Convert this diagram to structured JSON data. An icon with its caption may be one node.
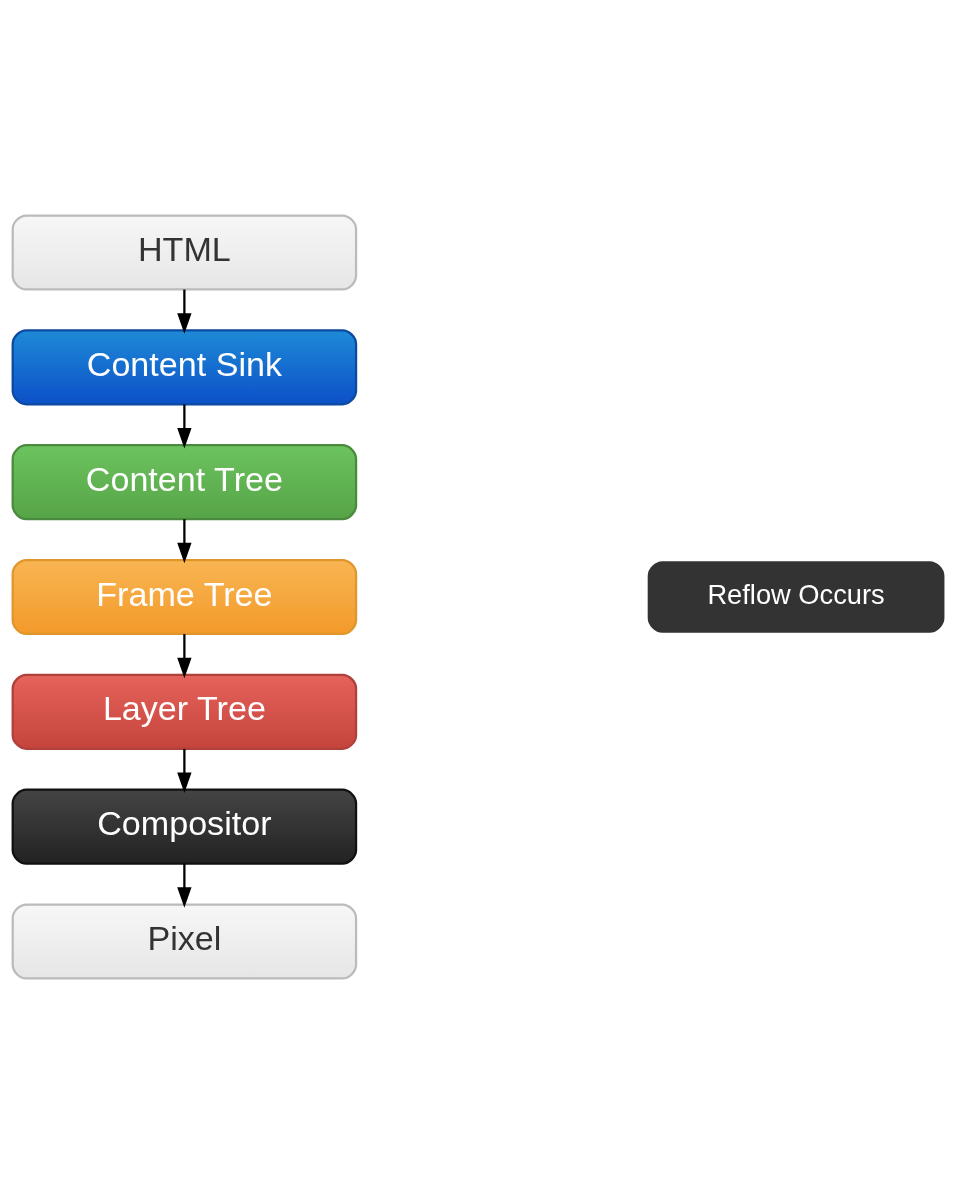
{
  "diagram": {
    "nodes": [
      {
        "text": [
          "HTML"
        ]
      },
      {
        "text": [
          "Content Sink"
        ]
      },
      {
        "text": [
          "Content Tree"
        ]
      },
      {
        "text": [
          "Frame Tree"
        ]
      },
      {
        "text": [
          "Layer Tree"
        ]
      },
      {
        "text": [
          "Compositor"
        ]
      },
      {
        "text": [
          "Pixel"
        ]
      },
      {
        "text": [
          "Reflow Occurs"
        ]
      }
    ],
    "edges": [
      {
        "from": 0,
        "to": 1,
        "arrow": "to"
      },
      {
        "from": 1,
        "to": 2,
        "arrow": "to"
      },
      {
        "from": 2,
        "to": 3,
        "arrow": "to"
      },
      {
        "from": 3,
        "to": 4,
        "arrow": "to"
      },
      {
        "from": 4,
        "to": 5,
        "arrow": "to"
      },
      {
        "from": 5,
        "to": 6,
        "arrow": "to"
      }
    ]
  }
}
